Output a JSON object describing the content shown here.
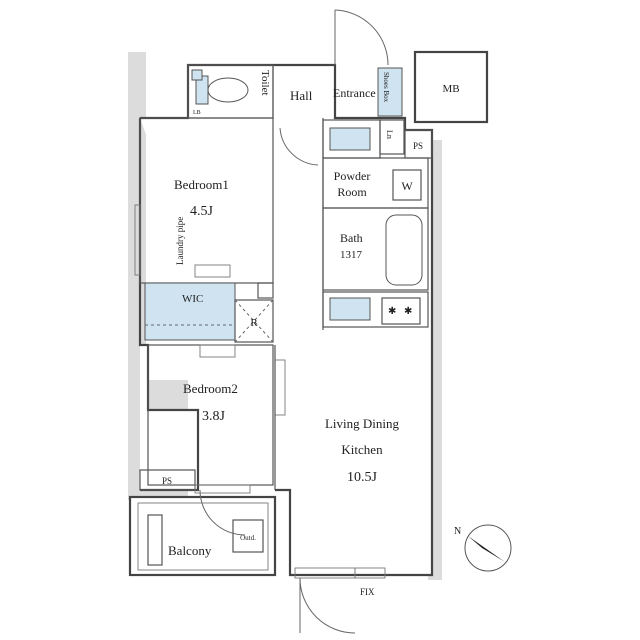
{
  "rooms": {
    "toilet": "Toilet",
    "hall": "Hall",
    "entrance": "Entrance",
    "shoes": "Shoes Box",
    "mb": "MB",
    "ln": "Ln",
    "ps_top": "PS",
    "bedroom1": "Bedroom1",
    "bedroom1_size": "4.5J",
    "laundry": "Laundry pipe",
    "powder_line1": "Powder",
    "powder_line2": "Room",
    "w": "W",
    "bath": "Bath",
    "bath_size": "1317",
    "wic": "WIC",
    "r": "R",
    "bedroom2": "Bedroom2",
    "bedroom2_size": "3.8J",
    "ldk_line1": "Living Dining",
    "ldk_line2": "Kitchen",
    "ldk_size": "10.5J",
    "ps_bottom": "PS",
    "balcony": "Balcony",
    "outdoor": "Outd.",
    "fix": "FIX",
    "north": "N"
  },
  "colors": {
    "wall": "#555555",
    "fixture_blue": "#cfe3f1",
    "shaft_gray": "#dcdcdc"
  }
}
